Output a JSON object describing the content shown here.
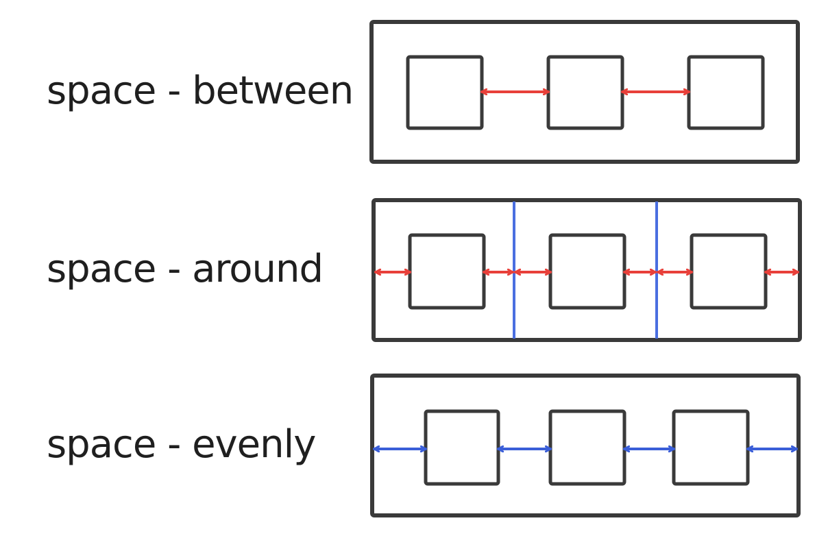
{
  "rows": [
    {
      "label": "space - between"
    },
    {
      "label": "space - around"
    },
    {
      "label": "space - evenly"
    }
  ],
  "colors": {
    "outline": "#3a3a3a",
    "gap_arrow_red": "#e8403a",
    "gap_arrow_blue": "#3a5ed8",
    "divider_blue": "#4a6ee0",
    "text": "#1f1f1f"
  }
}
